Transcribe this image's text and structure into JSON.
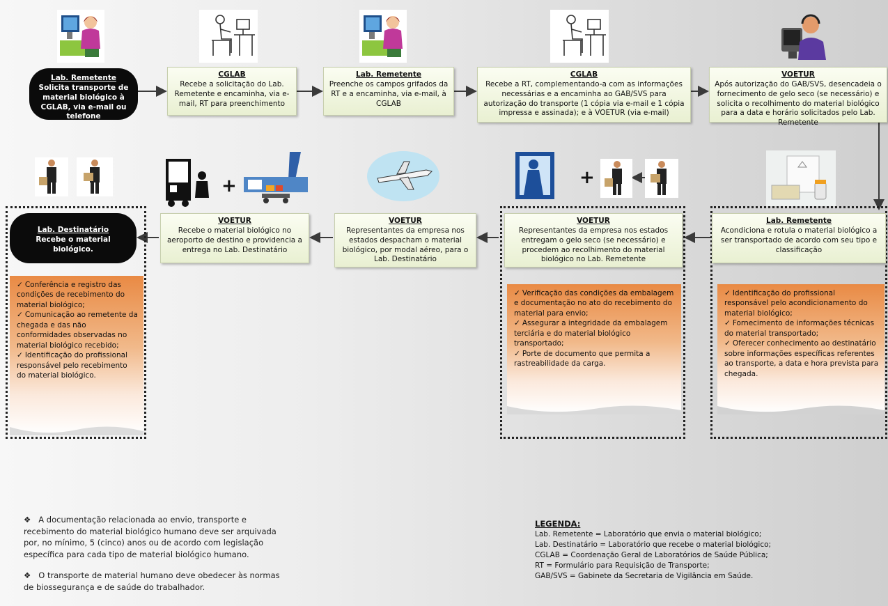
{
  "top_row": [
    {
      "title": "Lab. Remetente",
      "text": "Solicita transporte de material biológico à CGLAB, via e-mail ou telefone"
    },
    {
      "title": "CGLAB",
      "text": "Recebe a solicitação do Lab. Remetente e encaminha, via e-mail,  RT para preenchimento"
    },
    {
      "title": "Lab. Remetente",
      "text": "Preenche os campos grifados da RT e a encaminha, via e-mail, à CGLAB"
    },
    {
      "title": "CGLAB",
      "text": "Recebe a RT, complementando-a com as informações necessárias e a encaminha ao GAB/SVS para autorização do transporte (1 cópia via e-mail e 1 cópia impressa e assinada); e à VOETUR (via e-mail)"
    },
    {
      "title": "VOETUR",
      "text": "Após autorização do GAB/SVS, desencadeia o fornecimento de gelo seco (se necessário) e solicita o recolhimento do material biológico para a data e horário solicitados pelo Lab. Remetente"
    }
  ],
  "bottom_row": [
    {
      "title": "Lab. Destinatário",
      "text": "Recebe o material biológico."
    },
    {
      "title": "VOETUR",
      "text": "Recebe o material biológico no aeroporto de destino e providencia a entrega  no Lab. Destinatário"
    },
    {
      "title": "VOETUR",
      "text": "Representantes da empresa nos estados despacham o material biológico, por modal aéreo, para o Lab. Destinatário"
    },
    {
      "title": "VOETUR",
      "text": "Representantes da empresa nos estados entregam o gelo seco (se necessário) e procedem ao recolhimento do material biológico no Lab. Remetente"
    },
    {
      "title": "Lab. Remetente",
      "text": "Acondiciona e rotula o material biológico a ser transportado de acordo com seu tipo e classificação"
    }
  ],
  "notes_destinatario": [
    "Conferência e registro das condições de recebimento do material biológico;",
    "Comunicação ao remetente da chegada e das não conformidades observadas no material biológico recebido;",
    "Identificação do profissional responsável pelo recebimento do material biológico."
  ],
  "notes_voetur": [
    "Verificação das condições da embalagem e documentação no ato do recebimento do material para envio;",
    "Assegurar a integridade da embalagem terciária e do material biológico transportado;",
    "Porte de documento que permita a rastreabilidade da carga."
  ],
  "notes_remetente": [
    "Identificação do profissional responsável pelo acondicionamento do material biológico;",
    "Fornecimento de informações técnicas do material transportado;",
    "Oferecer conhecimento ao destinatário sobre informações específicas referentes ao transporte, a data e hora prevista para chegada."
  ],
  "plus_sign": "+",
  "check_mark": "✓",
  "bullet_mark": "❖",
  "footnotes": [
    "A documentação relacionada ao envio, transporte e recebimento do material biológico humano deve ser arquivada por, no mínimo, 5 (cinco) anos ou de acordo com legislação específica para cada tipo de material biológico humano.",
    "O transporte de material humano deve obedecer às normas de biossegurança e de saúde do trabalhador."
  ],
  "legend": {
    "title": "LEGENDA:",
    "items": [
      "Lab. Remetente = Laboratório que envia o material biológico;",
      "Lab. Destinatário = Laboratório que recebe o material biológico;",
      "CGLAB = Coordenação Geral de Laboratórios de Saúde Pública;",
      "RT = Formulário para Requisição de Transporte;",
      "GAB/SVS = Gabinete da Secretaria de Vigilância em Saúde."
    ]
  },
  "colors": {
    "arrow": "#3a3a3a",
    "pill": "#0b0b0b",
    "box_fill": "#e9f0d2",
    "notes_top": "#e98a44"
  }
}
